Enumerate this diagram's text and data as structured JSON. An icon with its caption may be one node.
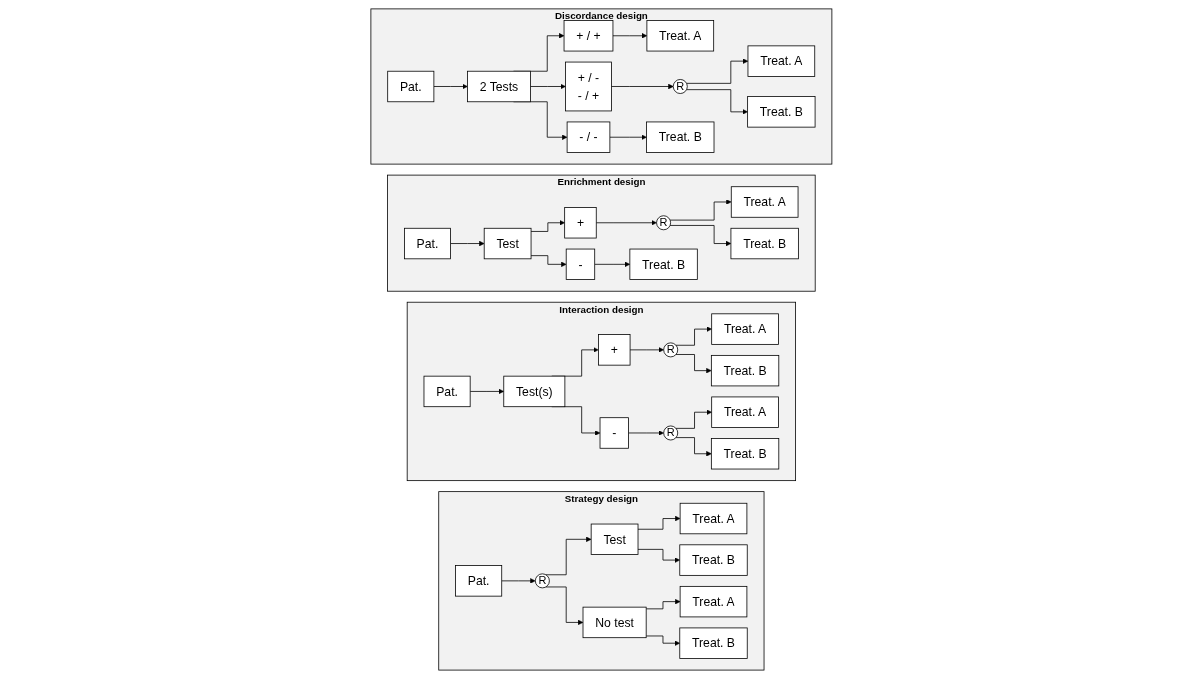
{
  "diagram": {
    "nodes": [
      {
        "text": [
          "Strategy design"
        ]
      },
      {
        "text": [
          "Pat."
        ],
        "in": 0
      },
      {
        "text": [
          "R"
        ],
        "in": 0
      },
      {
        "text": [
          "Test"
        ],
        "in": 0
      },
      {
        "text": [
          "No test"
        ],
        "in": 0
      },
      {
        "text": [
          "Treat. A"
        ],
        "in": 0
      },
      {
        "text": [
          "Treat. B"
        ],
        "in": 0
      },
      {
        "text": [
          "Treat. A"
        ],
        "in": 0
      },
      {
        "text": [
          "Treat. B"
        ],
        "in": 0
      },
      {
        "text": [
          "Interaction design"
        ]
      },
      {
        "text": [
          "Pat."
        ],
        "in": 9
      },
      {
        "text": [
          "Test(s)"
        ],
        "in": 9
      },
      {
        "text": [
          "+"
        ],
        "in": 9
      },
      {
        "text": [
          "-"
        ],
        "in": 9
      },
      {
        "text": [
          "R"
        ],
        "in": 9
      },
      {
        "text": [
          "R"
        ],
        "in": 9
      },
      {
        "text": [
          "Treat. A"
        ],
        "in": 9
      },
      {
        "text": [
          "Treat. B"
        ],
        "in": 9
      },
      {
        "text": [
          "Treat. A"
        ],
        "in": 9
      },
      {
        "text": [
          "Treat. B"
        ],
        "in": 9
      },
      {
        "text": [
          "Enrichment design"
        ]
      },
      {
        "text": [
          "Pat."
        ],
        "in": 20
      },
      {
        "text": [
          "Test"
        ],
        "in": 20
      },
      {
        "text": [
          "+"
        ],
        "in": 20
      },
      {
        "text": [
          "-"
        ],
        "in": 20
      },
      {
        "text": [
          "R"
        ],
        "in": 20
      },
      {
        "text": [
          "Treat. A"
        ],
        "in": 20
      },
      {
        "text": [
          "Treat. B"
        ],
        "in": 20
      },
      {
        "text": [
          "Treat. B"
        ],
        "in": 20
      },
      {
        "text": [
          "Discordance design"
        ]
      },
      {
        "text": [
          "Pat."
        ],
        "in": 29
      },
      {
        "text": [
          "2 Tests"
        ],
        "in": 29
      },
      {
        "text": [
          "+ / +"
        ],
        "in": 29
      },
      {
        "text": [
          "+ / -",
          "- / +"
        ],
        "in": 29
      },
      {
        "text": [
          "- / -"
        ],
        "in": 29
      },
      {
        "text": [
          "R"
        ],
        "in": 29
      },
      {
        "text": [
          "Treat. A"
        ],
        "in": 29
      },
      {
        "text": [
          "Treat. A"
        ],
        "in": 29
      },
      {
        "text": [
          "Treat. B"
        ],
        "in": 29
      },
      {
        "text": [
          "Treat. B"
        ],
        "in": 29
      }
    ],
    "edges": [
      {
        "from": 1,
        "to": 2,
        "arrow": "to"
      },
      {
        "from": 2,
        "to": 3,
        "arrow": "to"
      },
      {
        "from": 2,
        "to": 4,
        "arrow": "to"
      },
      {
        "from": 3,
        "to": 5,
        "arrow": "to"
      },
      {
        "from": 3,
        "to": 6,
        "arrow": "to"
      },
      {
        "from": 4,
        "to": 7,
        "arrow": "to"
      },
      {
        "from": 4,
        "to": 8,
        "arrow": "to"
      },
      {
        "from": 10,
        "to": 11,
        "arrow": "to"
      },
      {
        "from": 11,
        "to": 12,
        "arrow": "to"
      },
      {
        "from": 11,
        "to": 13,
        "arrow": "to"
      },
      {
        "from": 12,
        "to": 14,
        "arrow": "to"
      },
      {
        "from": 14,
        "to": 16,
        "arrow": "to"
      },
      {
        "from": 14,
        "to": 17,
        "arrow": "to"
      },
      {
        "from": 13,
        "to": 15,
        "arrow": "to"
      },
      {
        "from": 15,
        "to": 18,
        "arrow": "to"
      },
      {
        "from": 15,
        "to": 19,
        "arrow": "to"
      },
      {
        "from": 21,
        "to": 22,
        "arrow": "to"
      },
      {
        "from": 22,
        "to": 23,
        "arrow": "to"
      },
      {
        "from": 22,
        "to": 24,
        "arrow": "to"
      },
      {
        "from": 23,
        "to": 25,
        "arrow": "to"
      },
      {
        "from": 25,
        "to": 26,
        "arrow": "to"
      },
      {
        "from": 25,
        "to": 27,
        "arrow": "to"
      },
      {
        "from": 24,
        "to": 28,
        "arrow": "to"
      },
      {
        "from": 30,
        "to": 31,
        "arrow": "to"
      },
      {
        "from": 31,
        "to": 32,
        "arrow": "to"
      },
      {
        "from": 31,
        "to": 33,
        "arrow": "to"
      },
      {
        "from": 31,
        "to": 34,
        "arrow": "to"
      },
      {
        "from": 32,
        "to": 36,
        "arrow": "to"
      },
      {
        "from": 33,
        "to": 35,
        "arrow": "to"
      },
      {
        "from": 35,
        "to": 37,
        "arrow": "to"
      },
      {
        "from": 35,
        "to": 38,
        "arrow": "to"
      },
      {
        "from": 34,
        "to": 39,
        "arrow": "to"
      }
    ]
  }
}
